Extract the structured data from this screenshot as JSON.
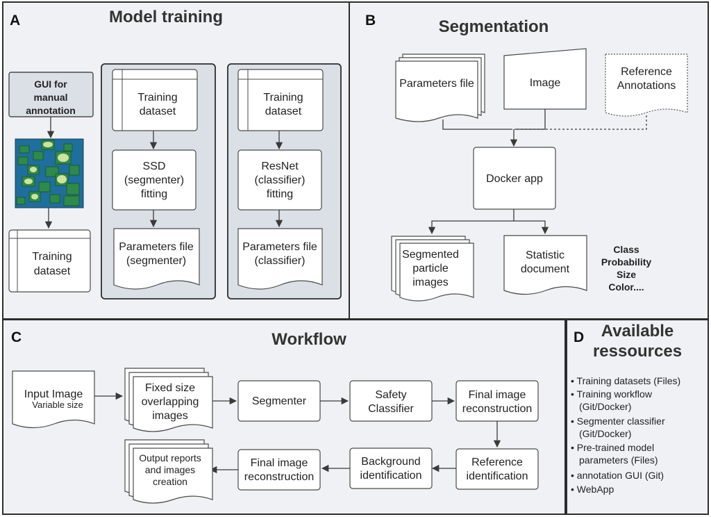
{
  "panels": {
    "A": {
      "letter": "A",
      "title": "Model training"
    },
    "B": {
      "letter": "B",
      "title": "Segmentation"
    },
    "C": {
      "letter": "C",
      "title": "Workflow"
    },
    "D": {
      "letter": "D",
      "title_line1": "Available",
      "title_line2": "ressources"
    }
  },
  "model_training": {
    "gui": [
      "GUI for",
      "manual",
      "annotation"
    ],
    "training_dataset": [
      "Training",
      "dataset"
    ],
    "col1": {
      "dataset": [
        "Training",
        "dataset"
      ],
      "fitting": [
        "SSD",
        "(segmenter)",
        "fitting"
      ],
      "params": [
        "Parameters file",
        "(segmenter)"
      ]
    },
    "col2": {
      "dataset": [
        "Training",
        "dataset"
      ],
      "fitting": [
        "ResNet",
        "(classifier)",
        "fitting"
      ],
      "params": [
        "Parameters file",
        "(classifier)"
      ]
    },
    "annotation_colors": {
      "background": "#1e6e9e",
      "particle": "#cfe39a",
      "outline": "#1f5a2a"
    }
  },
  "segmentation": {
    "parameters_file": "Parameters file",
    "image": "Image",
    "reference": [
      "Reference",
      "Annotations"
    ],
    "docker": "Docker app",
    "segmented": [
      "Segmented",
      "particle",
      "images"
    ],
    "statistic": [
      "Statistic",
      "document"
    ],
    "attributes": [
      "Class",
      "Probability",
      "Size",
      "Color...."
    ]
  },
  "workflow": {
    "input_image": "Input Image",
    "input_sub": "Variable size",
    "fixed": [
      "Fixed size",
      "overlapping",
      "images"
    ],
    "segmenter": "Segmenter",
    "safety": [
      "Safety",
      "Classifier"
    ],
    "final1": [
      "Final image",
      "reconstruction"
    ],
    "reference": [
      "Reference",
      "identification"
    ],
    "background": [
      "Background",
      "identification"
    ],
    "final2": [
      "Final image",
      "reconstruction"
    ],
    "output": [
      "Output reports",
      "and images",
      "creation"
    ]
  },
  "resources": [
    [
      "• Training datasets (Files)"
    ],
    [
      "• Training workflow",
      "(Git/Docker)"
    ],
    [
      "• Segmenter classifier",
      "(Git/Docker)"
    ],
    [
      "• Pre-trained model",
      "parameters (Files)"
    ],
    [
      "• annotation GUI (Git)"
    ],
    [
      "• WebApp"
    ]
  ]
}
